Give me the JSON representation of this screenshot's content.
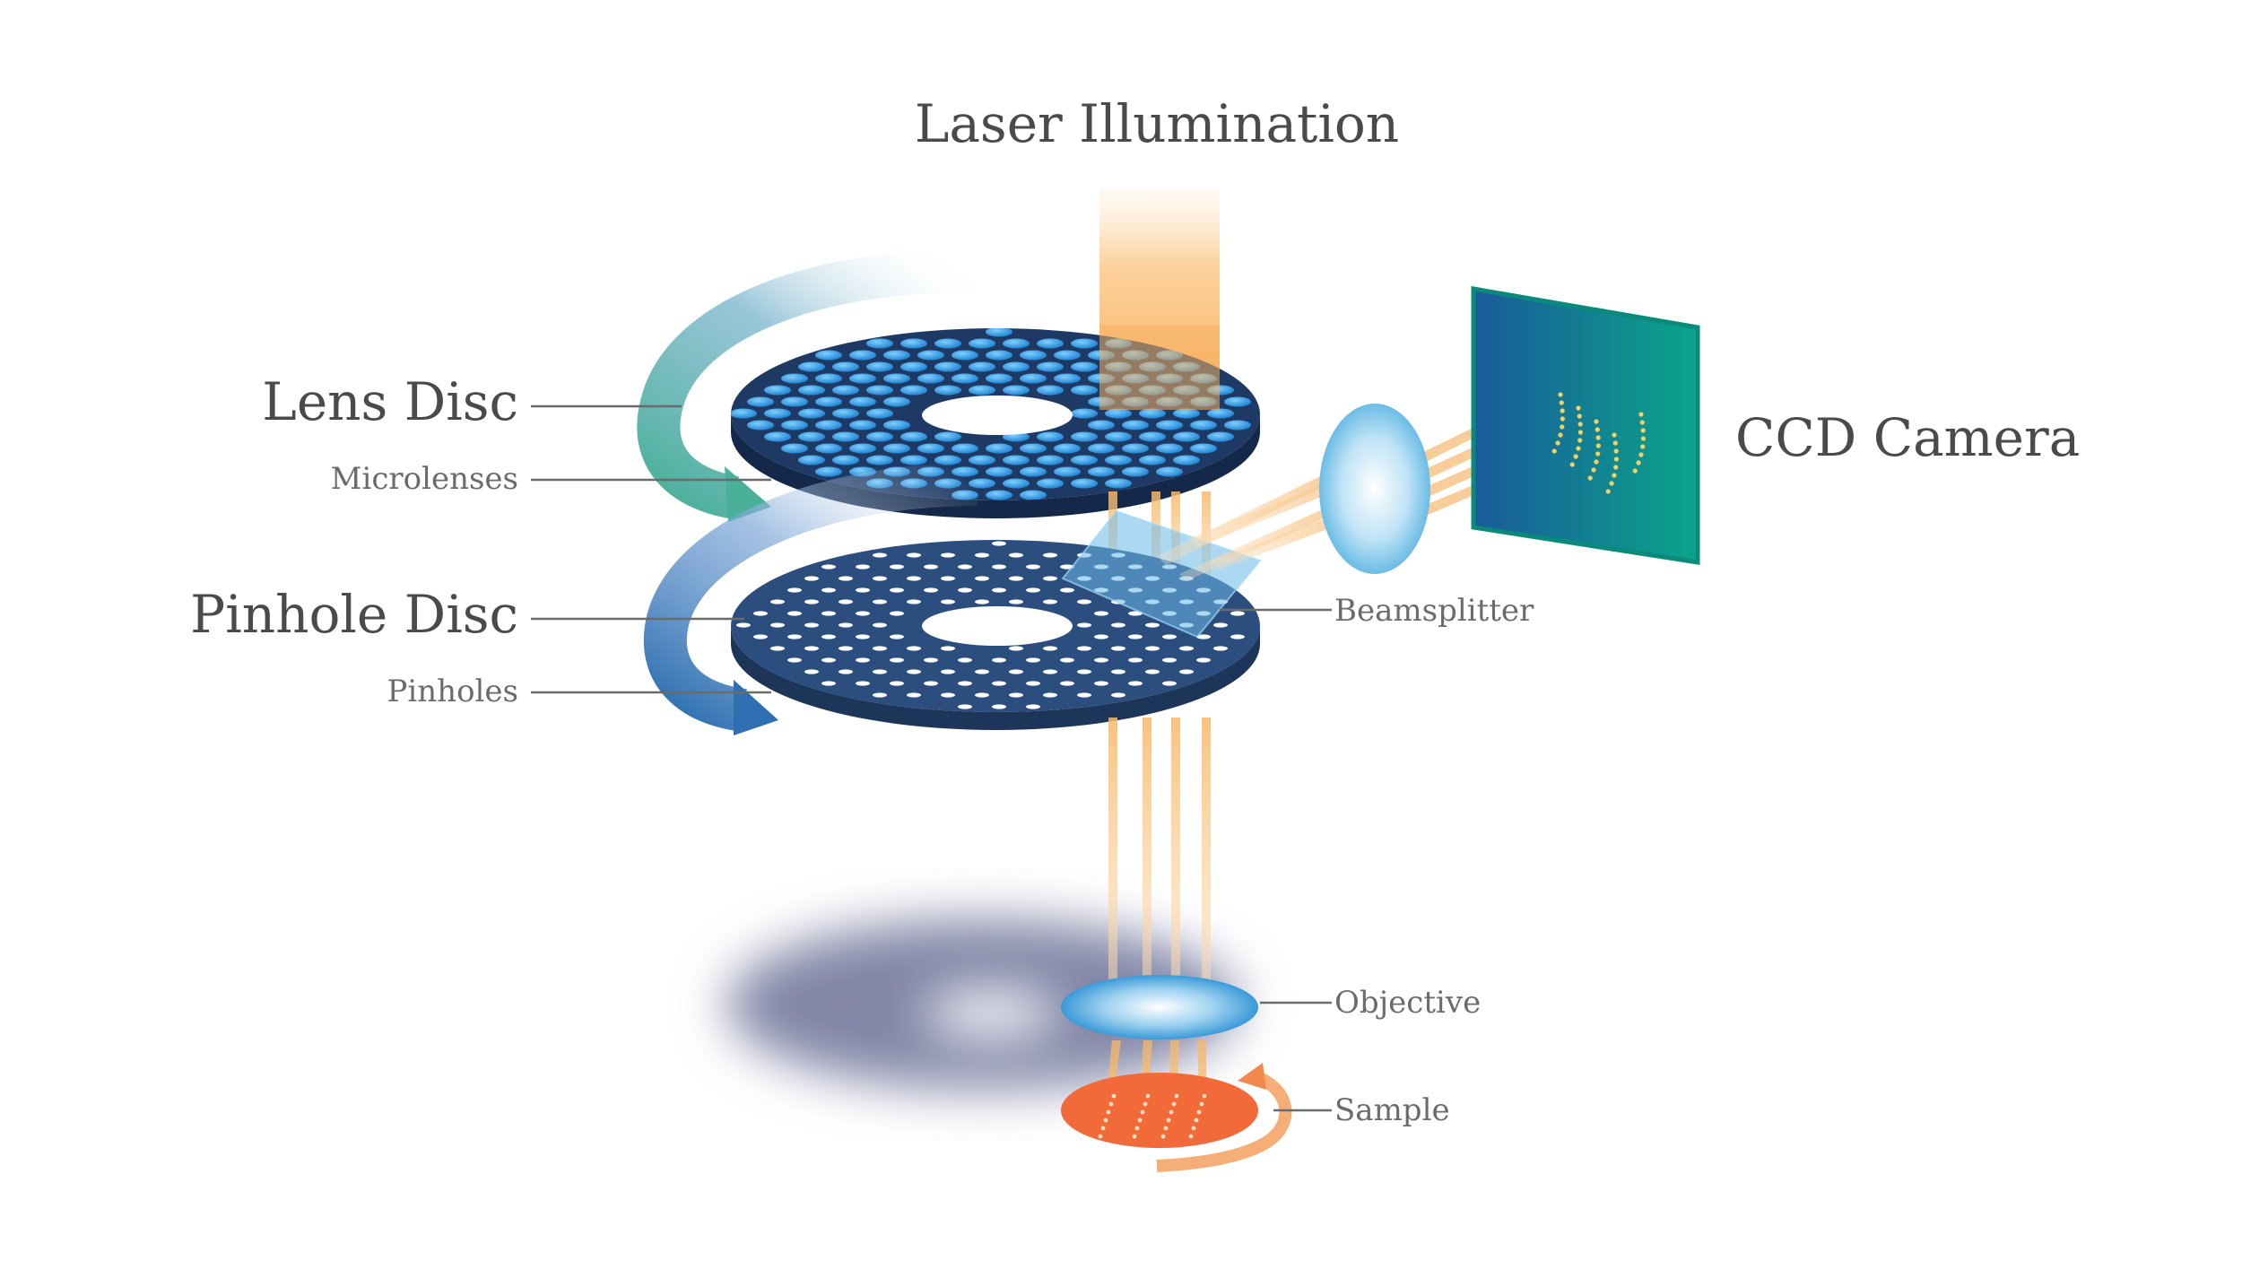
{
  "labels": {
    "laser": "Laser Illumination",
    "lens_disc": "Lens Disc",
    "microlenses": "Microlenses",
    "pinhole_disc": "Pinhole Disc",
    "pinholes": "Pinholes",
    "beamsplitter": "Beamsplitter",
    "ccd_camera": "CCD Camera",
    "objective": "Objective",
    "sample": "Sample"
  },
  "colors": {
    "text_dark": "#4a4a4a",
    "text_light": "#6b6b6b",
    "disc_navy": "#1e3a64",
    "lens_blue": "#2f8fd8",
    "laser_orange": "#f7b060",
    "sample_orange": "#f26a3a",
    "camera_teal": "#0a9a8a",
    "camera_blue": "#1a5a9a"
  }
}
